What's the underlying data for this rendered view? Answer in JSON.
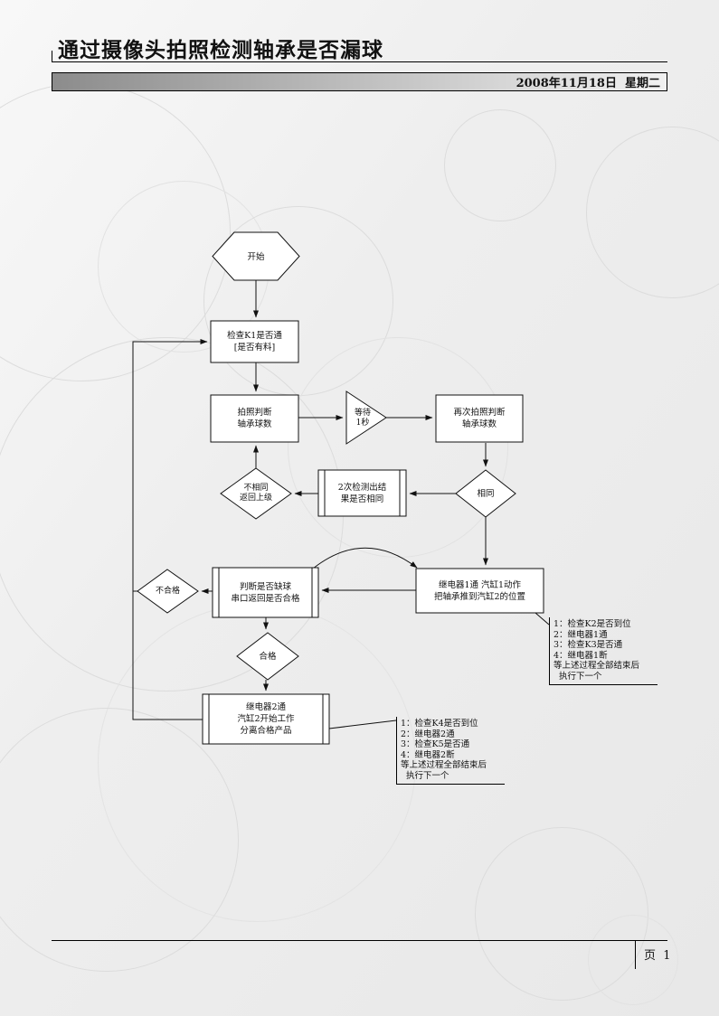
{
  "page": {
    "title": "通过摄像头拍照检测轴承是否漏球",
    "date_bar": "2008年11月18日  星期二",
    "page_label": "页  1"
  },
  "colors": {
    "page_background": "#eeeeee",
    "date_bar_gradient_start": "#8c8c8c",
    "date_bar_gradient_end": "#f1f1f1",
    "shape_fill": "#ffffff",
    "line_color": "#111111"
  },
  "flowchart": {
    "start": "开始",
    "check_k1": "检查K1是否通\n[是否有料]",
    "photo_judge": "拍照判断\n轴承球数",
    "wait": "等待\n1秒",
    "photo_again": "再次拍照判断\n轴承球数",
    "not_same": "不相同\n返回上级",
    "compare": "2次检测出结\n果是否相同",
    "same": "相同",
    "judge_quality": "判断是否缺球\n串口返回是否合格",
    "relay1": "继电器1通 汽缸1动作\n把轴承推到汽缸2的位置",
    "fail": "不合格",
    "pass": "合格",
    "relay2": "继电器2通\n汽缸2开始工作\n分离合格产品",
    "note1": "1：检查K2是否到位\n2：继电器1通\n3：检查K3是否通\n4：继电器1断\n等上述过程全部结束后\n  执行下一个",
    "note2": "1：检查K4是否到位\n2：继电器2通\n3：检查K5是否通\n4：继电器2断\n等上述过程全部结束后\n  执行下一个"
  }
}
